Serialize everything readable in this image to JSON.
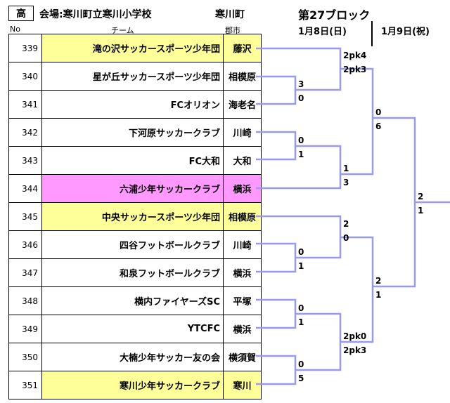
{
  "header": {
    "level": "高",
    "venue": "会場:寒川町立寒川小学校",
    "city": "寒川町",
    "block": "第27ブロック",
    "day1": "1月8日(日)",
    "day2": "1月9日(祝)"
  },
  "columns": {
    "no": "No",
    "team": "チーム",
    "city": "郡市"
  },
  "teams": [
    {
      "no": "339",
      "name": "滝の沢サッカースポーツ少年団",
      "city": "藤沢"
    },
    {
      "no": "340",
      "name": "星が丘サッカースポーツ少年団",
      "city": "相模原"
    },
    {
      "no": "341",
      "name": "FCオリオン",
      "city": "海老名"
    },
    {
      "no": "342",
      "name": "下河原サッカークラブ",
      "city": "川崎"
    },
    {
      "no": "343",
      "name": "FC大和",
      "city": "大和"
    },
    {
      "no": "344",
      "name": "六浦少年サッカークラブ",
      "city": "横浜"
    },
    {
      "no": "345",
      "name": "中央サッカースポーツ少年団",
      "city": "相模原"
    },
    {
      "no": "346",
      "name": "四谷フットボールクラブ",
      "city": "川崎"
    },
    {
      "no": "347",
      "name": "和泉フットボールクラブ",
      "city": "横浜"
    },
    {
      "no": "348",
      "name": "横内ファイヤーズSC",
      "city": "平塚"
    },
    {
      "no": "349",
      "name": "YTCFC",
      "city": "横浜"
    },
    {
      "no": "350",
      "name": "大楠少年サッカー友の会",
      "city": "横須賀"
    },
    {
      "no": "351",
      "name": "寒川少年サッカークラブ",
      "city": "寒川"
    }
  ],
  "highlight_colors": {
    "yellow": "#ffff99",
    "pink": "#ff99ff",
    "bracket": "#9999ee"
  },
  "scores": {
    "m340_341_top": "3",
    "m340_341_bot": "0",
    "m342_343_top": "0",
    "m342_343_bot": "1",
    "m346_347_top": "0",
    "m346_347_bot": "1",
    "m348_349_top": "0",
    "m348_349_bot": "1",
    "m350_351_top": "0",
    "m350_351_bot": "5",
    "m339_q_top": "2pk4",
    "m339_q_bot": "2pk3",
    "m343_344_top": "1",
    "m343_344_bot": "3",
    "m345_347_top": "2",
    "m345_347_bot": "0",
    "m349_351_top": "2pk0",
    "m349_351_bot": "2pk3",
    "semi1_top": "0",
    "semi1_bot": "6",
    "semi2_top": "2",
    "semi2_bot": "1",
    "final_top": "2",
    "final_bot": "1"
  }
}
